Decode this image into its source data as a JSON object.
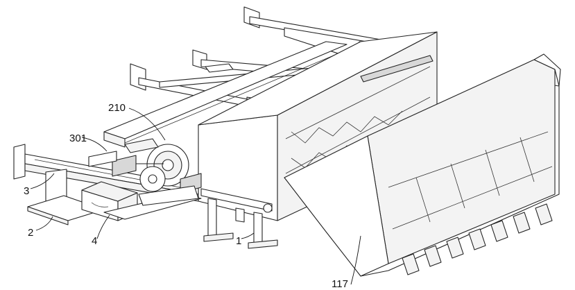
{
  "labels": [
    {
      "id": "1",
      "text": "1"
    },
    {
      "id": "2",
      "text": "2"
    },
    {
      "id": "3",
      "text": "3"
    },
    {
      "id": "4",
      "text": "4"
    },
    {
      "id": "117",
      "text": "117"
    },
    {
      "id": "210",
      "text": "210"
    },
    {
      "id": "301",
      "text": "301"
    }
  ]
}
